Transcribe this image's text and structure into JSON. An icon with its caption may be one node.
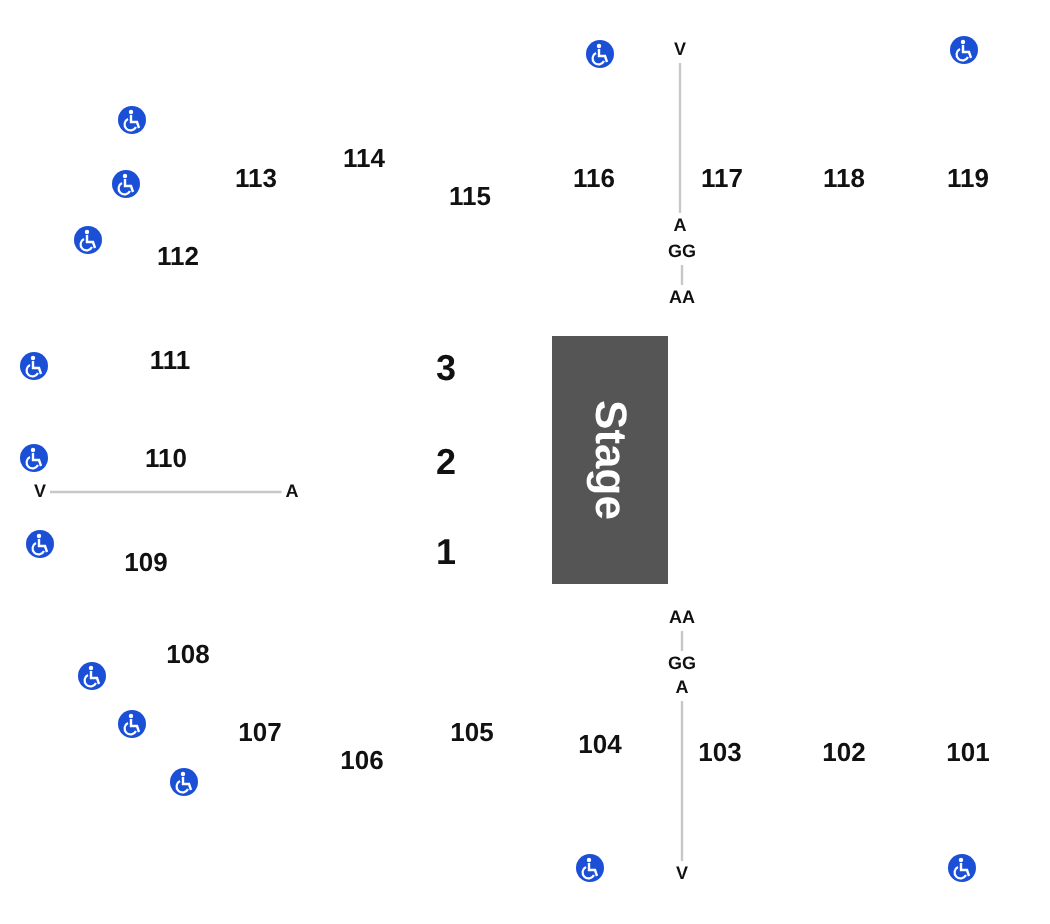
{
  "diagram": {
    "nodes": [
      {
        "text": [
          "Stage"
        ]
      },
      {
        "text": [
          "V"
        ]
      },
      {
        "text": [
          "A"
        ]
      },
      {
        "text": [
          "GG"
        ]
      },
      {
        "text": [
          "AA"
        ]
      },
      {
        "text": [
          "AA"
        ]
      },
      {
        "text": [
          "GG"
        ]
      },
      {
        "text": [
          "A"
        ]
      },
      {
        "text": [
          "V"
        ]
      },
      {
        "text": [
          "V"
        ]
      },
      {
        "text": [
          "A"
        ]
      }
    ],
    "edges": [
      {
        "from": 1,
        "to": 2,
        "arrow": "none"
      },
      {
        "from": 3,
        "to": 4,
        "arrow": "none"
      },
      {
        "from": 5,
        "to": 6,
        "arrow": "none"
      },
      {
        "from": 7,
        "to": 8,
        "arrow": "none"
      },
      {
        "from": 9,
        "to": 10,
        "arrow": "none"
      }
    ],
    "labels": [
      "114",
      "113",
      "116",
      "117",
      "118",
      "119",
      "115",
      "112",
      "111",
      "3",
      "110",
      "2",
      "1",
      "109",
      "108",
      "107",
      "105",
      "104",
      "103",
      "102",
      "101",
      "106"
    ]
  }
}
